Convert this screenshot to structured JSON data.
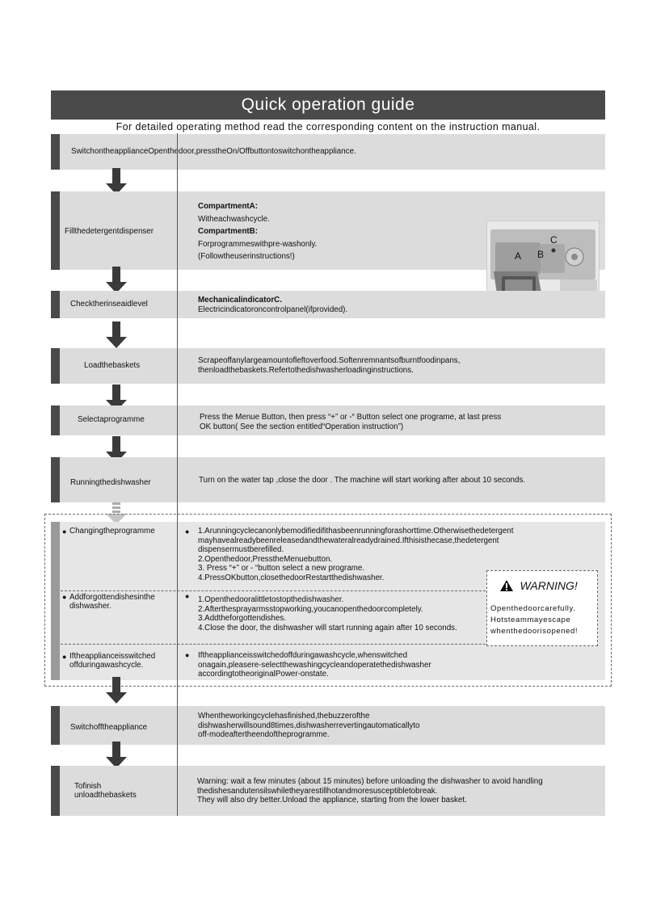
{
  "title": "Quick operation guide",
  "subtitle": "For detailed operating method read the corresponding content on the instruction manual.",
  "steps": [
    {
      "label": "SwitchontheapplianceOpenthedoor,presstheOn/Offbuttontoswitchontheappliance."
    },
    {
      "label": "Fillthedetergentdispenser",
      "lines": [
        "CompartmentA:",
        "Witheachwashcycle.",
        "CompartmentB:",
        "Forprogrammeswithpre-washonly.",
        "(Followtheuserinstructions!)"
      ]
    },
    {
      "label": "Checktherinseaidlevel",
      "lines": [
        "MechanicalindicatorC.",
        "Electricindicatoroncontrolpanel(ifprovided)."
      ]
    },
    {
      "label": "Loadthebaskets",
      "lines": [
        "Scrapeoffanylargeamountofleftoverfood.Softenremnantsofburntfoodinpans,",
        "thenloadthebaskets.Refertothedishwasherloadinginstructions."
      ]
    },
    {
      "label": "Selectaprogramme",
      "lines": [
        "Press the Menue  Button, then press “+” or    -“ Button select one programe,  at last press",
        "OK button( See the  section entitled“Operation instruction”)"
      ]
    },
    {
      "label": "Runningthedishwasher",
      "lines": [
        "Turn on the water tap ,close the door . The machine will start working after about 10 seconds."
      ]
    },
    {
      "label": "Switchofftheappliance",
      "lines": [
        "Whentheworkingcyclehasfinished,thebuzzerofthe",
        "dishwasherwillsound8times,dishwasherrevertingautomaticallyto",
        "off-modeaftertheendoftheprogramme."
      ]
    },
    {
      "label_lines": [
        "Tofinish",
        "unloadthebaskets"
      ],
      "lines": [
        "Warning: wait a few minutes (about 15 minutes) before unloading the dishwasher to avoid handling",
        "thedishesandutensilswhiletheyarestillhotandmoresusceptibletobreak.",
        "They will also dry better.Unload the appliance, starting from the lower basket."
      ]
    }
  ],
  "options": [
    {
      "label_lines": [
        "Changingtheprogramme"
      ],
      "lines": [
        "1.Arunningcyclecanonlybemodifiedifithasbeenrunningforashorttime.Otherwisethedetergent",
        "mayhavealreadybeenreleasedandthewateralreadydrained.Ifthisisthecase,thedetergent",
        "dispensermustberefilled.",
        "2.Openthedoor,PresstheMenuebutton.",
        "3. Press “+” or   - “button select a new programe.",
        "4.PressOKbutton,closethedoorRestartthedishwasher."
      ]
    },
    {
      "label_lines": [
        "Addforgottendishesinthe",
        "dishwasher."
      ],
      "lines": [
        "1.Openthedooralittletostopthedishwasher.",
        "2.Afterthesprayarmsstopworking,youcanopenthedoorcompletely.",
        "3.Addtheforgottendishes.",
        "4.Close the door, the dishwasher will start running again  after  10  seconds."
      ]
    },
    {
      "label_lines": [
        "Iftheapplianceisswitched",
        "offduringawashcycle."
      ],
      "lines": [
        "Iftheapplianceisswitchedoffduringawashcycle,whenswitched",
        "onagain,pleasere-selectthewashingcycleandoperatethedishwasher",
        "accordingtotheoriginalPower-onstate."
      ]
    }
  ],
  "bullet": "●",
  "warning": {
    "title": "WARNING!",
    "lines": [
      "Openthedoorcarefully.",
      "Hotsteammayescape",
      "whenthedoorisopened!"
    ]
  },
  "photo_labels": {
    "a": "A",
    "b": "B",
    "c": "C"
  }
}
